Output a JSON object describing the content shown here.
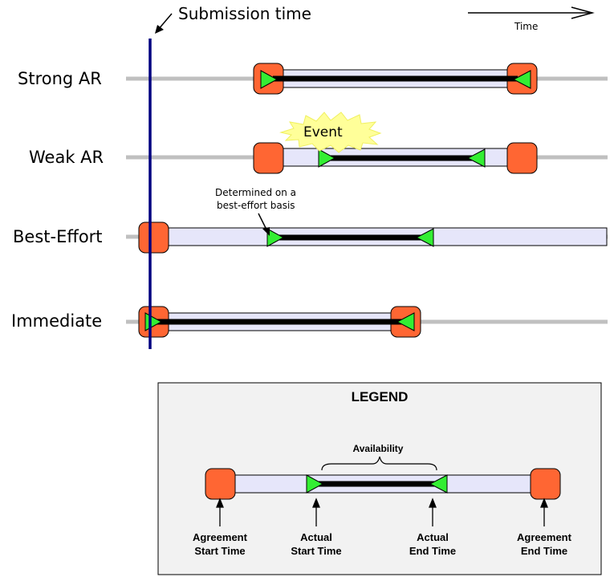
{
  "header": {
    "submission_label": "Submission time",
    "time_label": "Time"
  },
  "rows": [
    {
      "label": "Strong AR"
    },
    {
      "label": "Weak AR"
    },
    {
      "label": "Best-Effort"
    },
    {
      "label": "Immediate"
    }
  ],
  "annotations": {
    "event": "Event",
    "best_effort_note_line1": "Determined on a",
    "best_effort_note_line2": "best-effort basis"
  },
  "legend": {
    "title": "LEGEND",
    "availability": "Availability",
    "agreement_start_line1": "Agreement",
    "agreement_start_line2": "Start Time",
    "actual_start_line1": "Actual",
    "actual_start_line2": "Start Time",
    "actual_end_line1": "Actual",
    "actual_end_line2": "End Time",
    "agreement_end_line1": "Agreement",
    "agreement_end_line2": "End Time"
  },
  "colors": {
    "agreement_box": "#ff6633",
    "availability_bar": "#e6e6fa",
    "actual_marker": "#33ee33",
    "timeline": "#c0c0c0",
    "submission_line": "#000080",
    "event_burst": "#ffff99"
  }
}
